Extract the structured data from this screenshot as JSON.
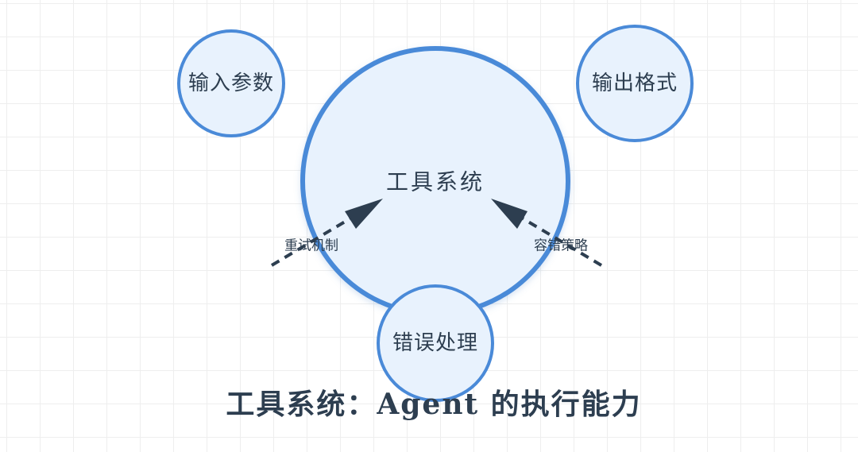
{
  "title": "工具系统：Agent 的执行能力",
  "center_node": {
    "label": "工具系统"
  },
  "nodes": {
    "input": {
      "label": "输入参数"
    },
    "output": {
      "label": "输出格式"
    },
    "error": {
      "label": "错误处理"
    }
  },
  "edges": {
    "left": {
      "label": "重试机制"
    },
    "right": {
      "label": "容错策略"
    }
  },
  "colors": {
    "node_fill": "#e8f2fd",
    "node_stroke": "#4a8ad8",
    "text": "#2d3e50",
    "arrow": "#2d3e50"
  }
}
